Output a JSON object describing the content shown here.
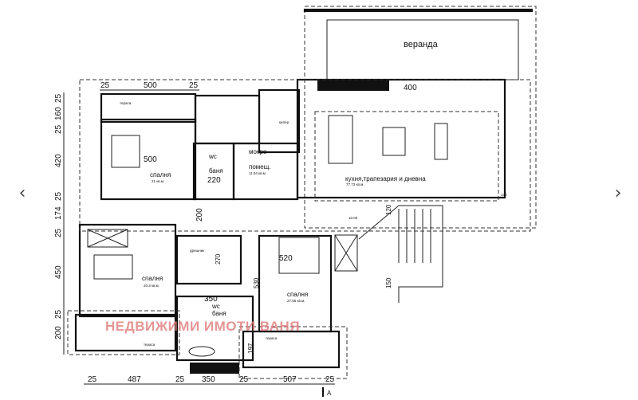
{
  "gallery": {
    "prev_icon": "chevron-left-icon",
    "next_icon": "chevron-right-icon",
    "prev_glyph": "‹",
    "next_glyph": "›"
  },
  "watermark": "НЕДВИЖИМИ ИМОТИ ВАНЯ",
  "plan": {
    "dims_top": [
      "25",
      "500",
      "25"
    ],
    "dims_left": [
      "25",
      "160",
      "25",
      "420",
      "25",
      "174",
      "25",
      "450",
      "25",
      "200"
    ],
    "dims_bottom": [
      "25",
      "487",
      "25",
      "350",
      "25",
      "507",
      "25"
    ],
    "rooms": {
      "terrace_top": "тераса",
      "bedroom1": "спалня",
      "bedroom1_area": "21 кв.м.",
      "bedroom1_dim": "500",
      "wc1": "wc",
      "wc1_b": "баня",
      "wc1_dim": "220",
      "utility": "мокро",
      "utility_b": "помещ.",
      "utility_area": "11.54 кв.м.",
      "pantry": "килер",
      "veranda": "веранда",
      "kitchen_dim": "400",
      "kitchen": "кухня,трапезария и дневна",
      "kitchen_area": "77.73 кв.м.",
      "bedroom2": "спалня",
      "bedroom2_area": "20.3 кв.м.",
      "closet": "дрешник",
      "closet_dim": "270",
      "wc2_dim": "350",
      "wc2": "wc",
      "wc2_b": "баня",
      "bedroom3": "спалня",
      "bedroom3_area": "27.56 кв.м.",
      "bedroom3_dim": "520",
      "bedroom3_h": "530",
      "terrace_bl": "тераса",
      "terrace_br": "тераса",
      "terrace_br_dim": "197",
      "other_dims": [
        "200",
        "120",
        "150",
        "130",
        "±0.00"
      ],
      "section_mark": "A"
    }
  }
}
